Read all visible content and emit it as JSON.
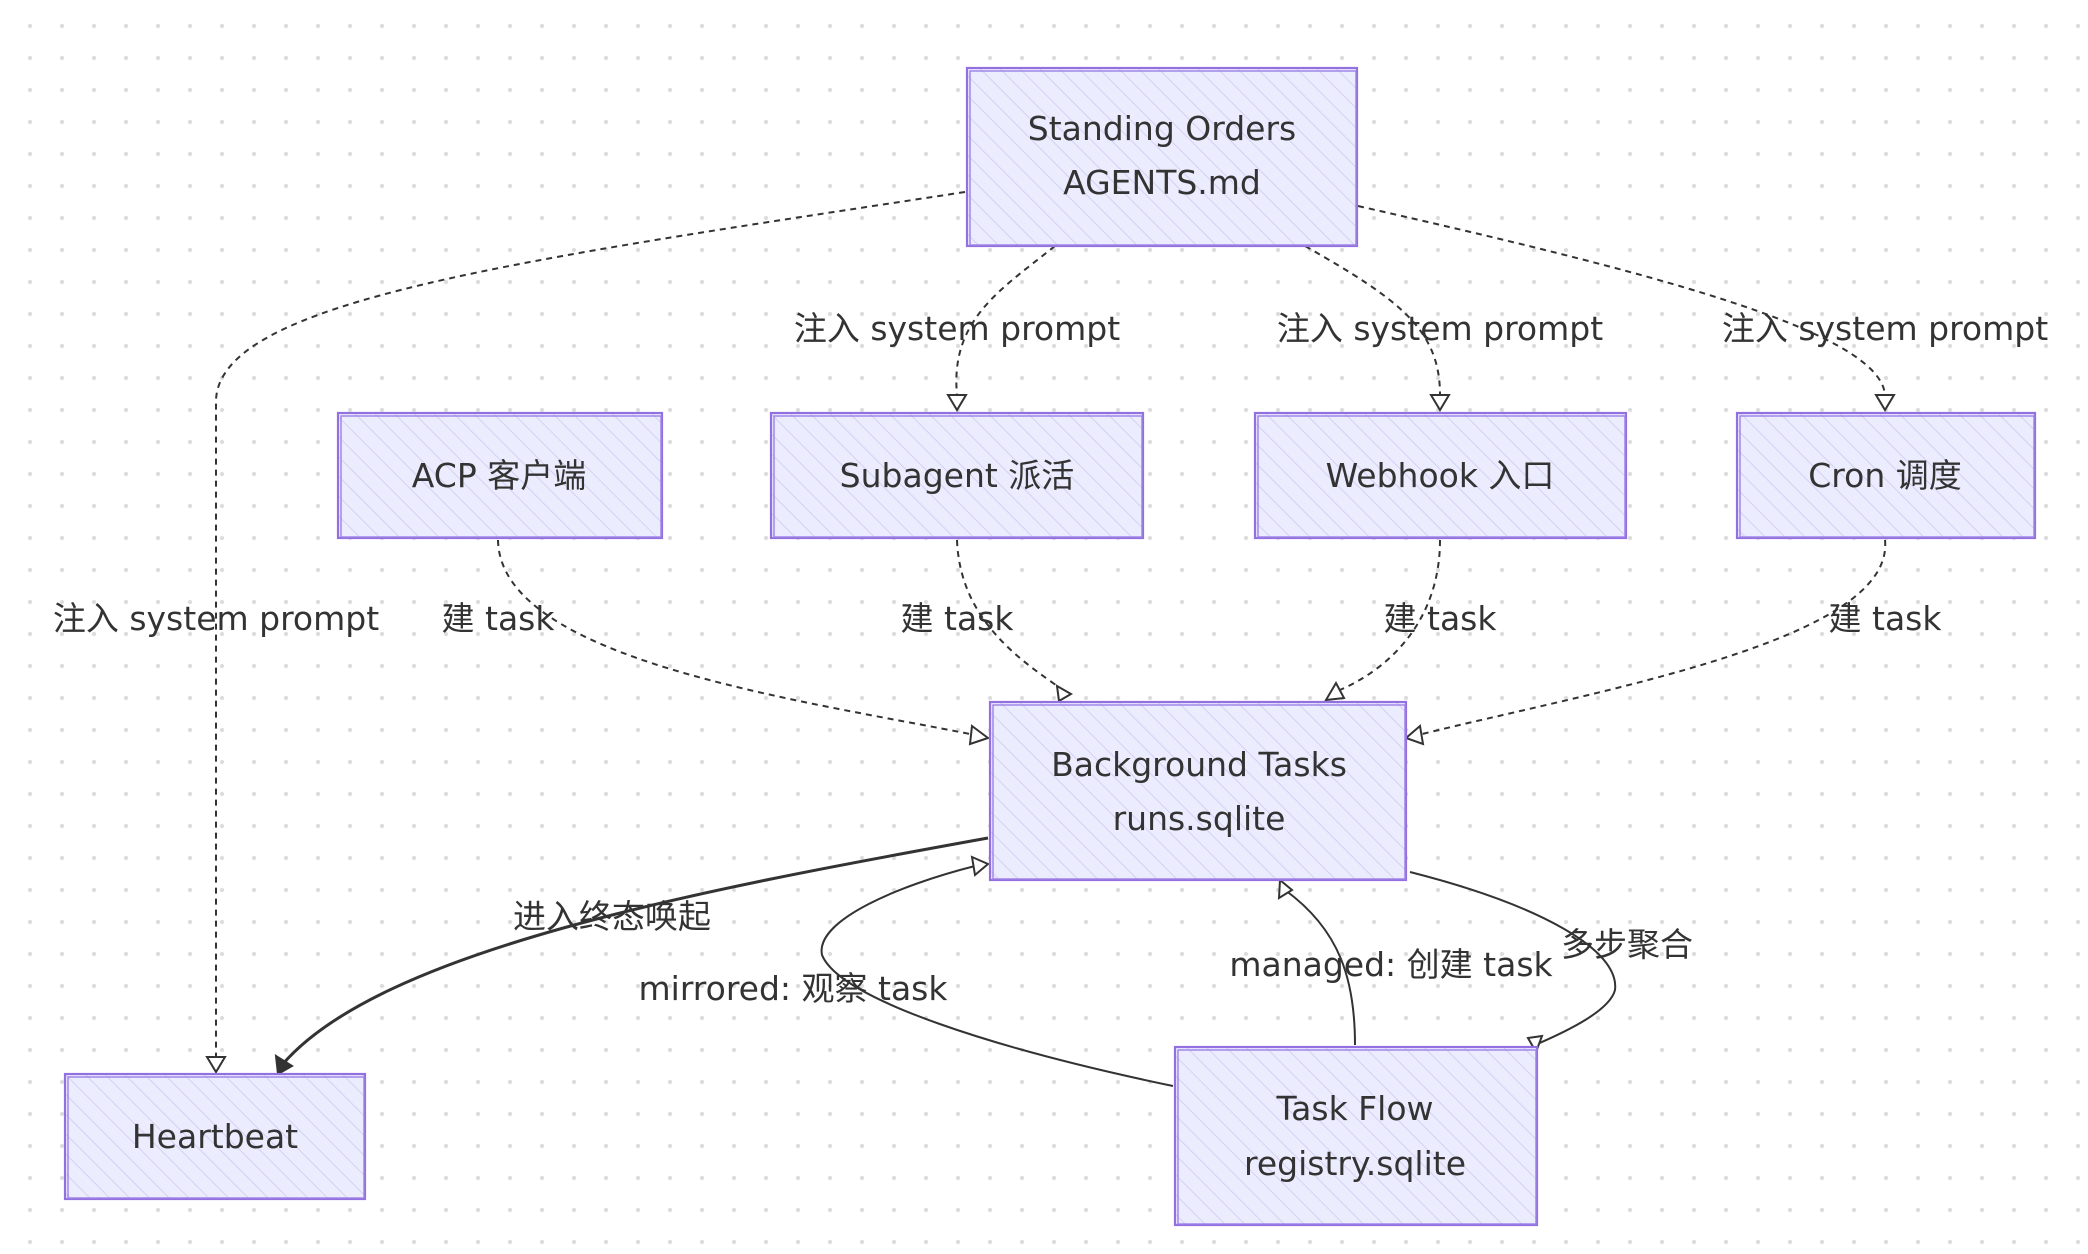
{
  "diagram": {
    "nodes": {
      "standing_orders": {
        "line1": "Standing Orders",
        "line2": "AGENTS.md"
      },
      "acp": {
        "label": "ACP 客户端"
      },
      "subagent": {
        "label": "Subagent 派活"
      },
      "webhook": {
        "label": "Webhook 入口"
      },
      "cron": {
        "label": "Cron 调度"
      },
      "background_tasks": {
        "line1": "Background Tasks",
        "line2": "runs.sqlite"
      },
      "heartbeat": {
        "label": "Heartbeat"
      },
      "task_flow": {
        "line1": "Task Flow",
        "line2": "registry.sqlite"
      }
    },
    "edges": {
      "inject_heartbeat": "注入 system prompt",
      "inject_subagent": "注入 system prompt",
      "inject_webhook": "注入 system prompt",
      "inject_cron": "注入 system prompt",
      "acp_task": "建 task",
      "subagent_task": "建 task",
      "webhook_task": "建 task",
      "cron_task": "建 task",
      "wake": "进入终态唤起",
      "mirrored": "mirrored: 观察 task",
      "managed": "managed: 创建 task",
      "aggregate": "多步聚合"
    },
    "colors": {
      "node_fill": "#ececff",
      "node_stroke": "#9370db",
      "edge": "#333333",
      "text": "#333333"
    }
  }
}
